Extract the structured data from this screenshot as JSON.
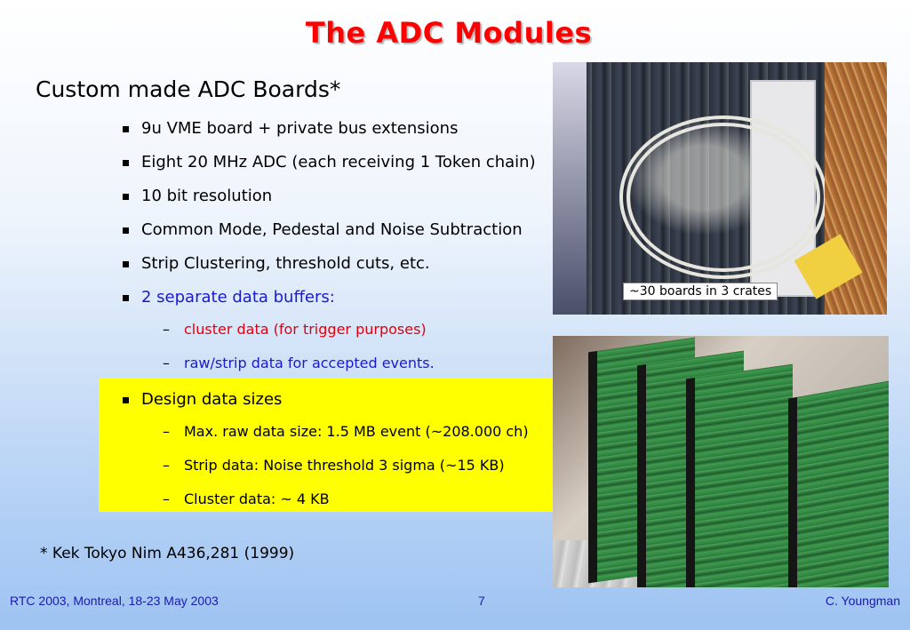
{
  "slide": {
    "title": "The ADC Modules",
    "subtitle": "Custom made ADC Boards*",
    "bullets": [
      "9u VME board + private bus extensions",
      "Eight 20 MHz ADC (each receiving 1 Token chain)",
      "10 bit resolution",
      "Common Mode, Pedestal and Noise Subtraction",
      "Strip Clustering, threshold cuts, etc.",
      "2 separate data buffers:"
    ],
    "buffer_items": [
      "cluster data (for trigger purposes)",
      "raw/strip data for accepted events."
    ],
    "design": {
      "heading": "Design data sizes",
      "items": [
        "Max. raw data size: 1.5 MB event (~208.000 ch)",
        "Strip data: Noise threshold 3 sigma (~15 KB)",
        "Cluster data: ~ 4 KB"
      ]
    },
    "photo_caption": "~30 boards in 3 crates",
    "reference": "* Kek Tokyo Nim A436,281 (1999)"
  },
  "footer": {
    "left": "RTC 2003, Montreal, 18-23 May 2003",
    "page": "7",
    "right": "C. Youngman"
  },
  "colors": {
    "title": "#ff0000",
    "buffer_heading": "#1a1acd",
    "cluster_item": "#e0000e",
    "raw_item": "#1a1acd",
    "highlight": "#ffff00",
    "footer": "#1a1ab0"
  }
}
